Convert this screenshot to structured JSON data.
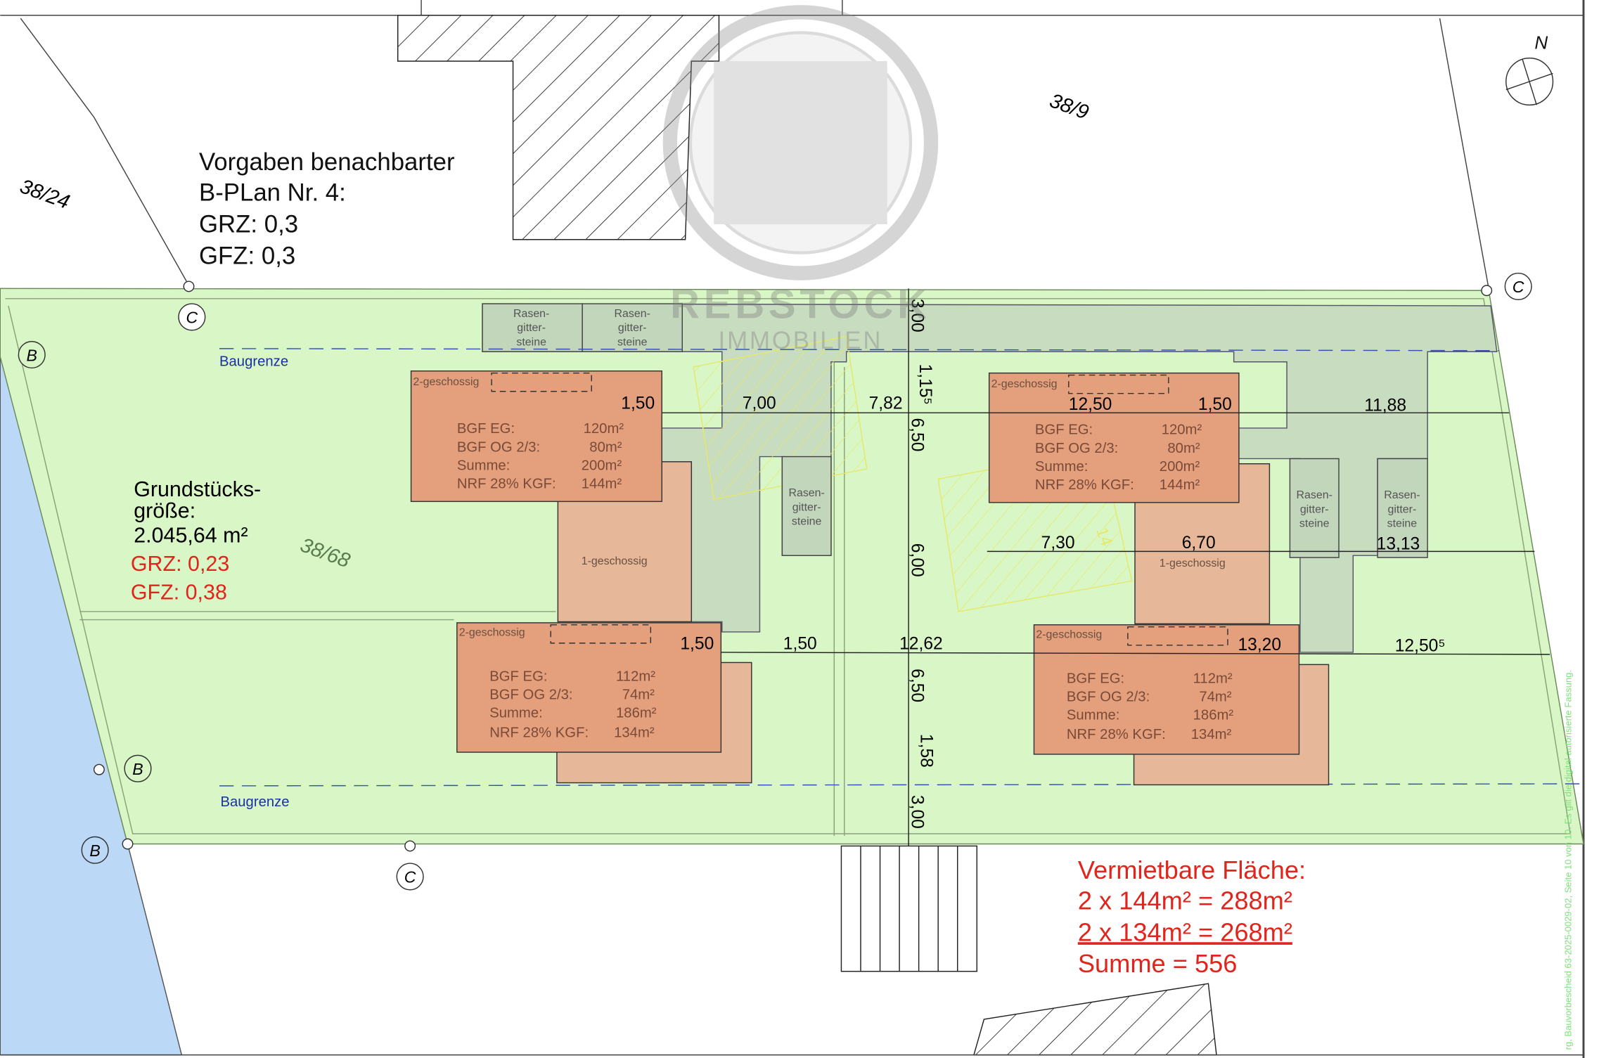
{
  "parcels": {
    "north_east": "38/9",
    "north_west": "38/24",
    "site": "38/68",
    "faint_number": "14"
  },
  "regulations": {
    "line1": "Vorgaben benachbarter",
    "line2": "B-PLan Nr. 4:",
    "grz": "GRZ: 0,3",
    "gfz": "GFZ: 0,3"
  },
  "site_info": {
    "line1": "Grundstücks-",
    "line2": "größe:",
    "area": "2.045,64 m²",
    "grz": "GRZ: 0,23",
    "gfz": "GFZ: 0,38"
  },
  "baugrenze_label": "Baugrenze",
  "rasen": {
    "l1": "Rasen-",
    "l2": "gitter-",
    "l3": "steine"
  },
  "storey": {
    "two": "2-geschossig",
    "one": "1-geschossig"
  },
  "buildings": [
    {
      "bgf_eg_label": "BGF EG:",
      "bgf_eg": "120m²",
      "bgf_og_label": "BGF OG 2/3:",
      "bgf_og": "80m²",
      "summe_label": "Summe:",
      "summe": "200m²",
      "nrf_label": "NRF 28% KGF:",
      "nrf": "144m²"
    },
    {
      "bgf_eg_label": "BGF EG:",
      "bgf_eg": "112m²",
      "bgf_og_label": "BGF OG 2/3:",
      "bgf_og": "74m²",
      "summe_label": "Summe:",
      "summe": "186m²",
      "nrf_label": "NRF 28% KGF:",
      "nrf": "134m²"
    },
    {
      "bgf_eg_label": "BGF EG:",
      "bgf_eg": "120m²",
      "bgf_og_label": "BGF OG 2/3:",
      "bgf_og": "80m²",
      "summe_label": "Summe:",
      "summe": "200m²",
      "nrf_label": "NRF 28% KGF:",
      "nrf": "144m²"
    },
    {
      "bgf_eg_label": "BGF EG:",
      "bgf_eg": "112m²",
      "bgf_og_label": "BGF OG 2/3:",
      "bgf_og": "74m²",
      "summe_label": "Summe:",
      "summe": "186m²",
      "nrf_label": "NRF 28% KGF:",
      "nrf": "134m²"
    }
  ],
  "dimensions": {
    "d1": "1,50",
    "d2": "7,00",
    "d3": "7,82",
    "d4": "12,50",
    "d5": "1,50",
    "d6": "11,88",
    "d7": "7,30",
    "d8": "6,70",
    "d9": "13,13",
    "d10": "1,50",
    "d11": "1,50",
    "d12": "12,62",
    "d13": "13,20",
    "d14": "12,50⁵",
    "v1": "3,00",
    "v2": "1,15⁵",
    "v3": "6,50",
    "v4": "6,00",
    "v5": "6,50",
    "v6": "1,58",
    "v7": "3,00"
  },
  "markers": {
    "b": "B",
    "c": "C",
    "north": "N"
  },
  "rentable": {
    "title": "Vermietbare Fläche:",
    "line1": "2 x 144m² = 288m²",
    "line2": "2 x 134m² = 268m²",
    "sum": "Summe = 556"
  },
  "watermark": {
    "brand": "REBSTOCK",
    "sub": "IMMOBILIEN"
  },
  "side_note": "rg, Bauvorbescheid 63-2025-0029-02, Seite 10 von 10. Es gilt die digital autorisierte Fassung.",
  "colors": {
    "site_green": "#d9f7c6",
    "water_blue": "#bcd8f7",
    "building_two_storey": "#e4a07d",
    "building_one_storey": "#e6b899",
    "access_grey": "#c8dcc0",
    "red_text": "#e0261c",
    "baugrenze_blue": "#1a2fa8"
  }
}
